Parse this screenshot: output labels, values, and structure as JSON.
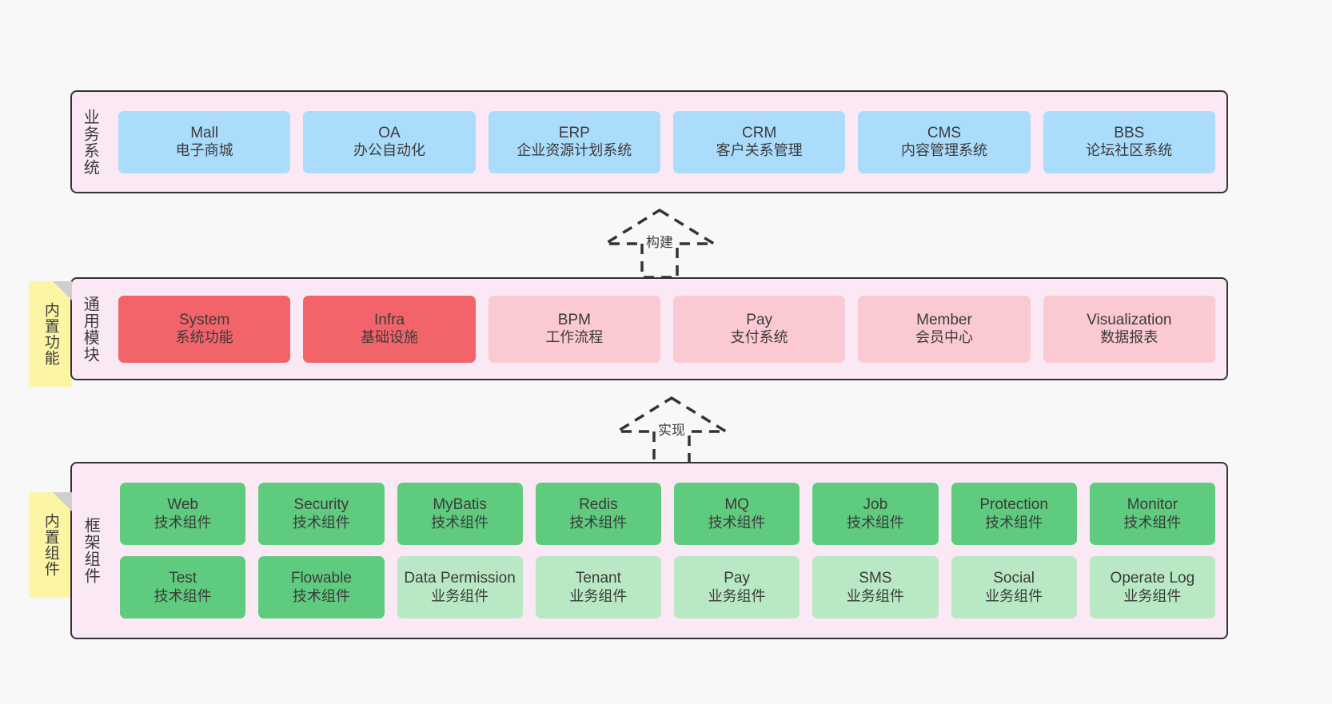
{
  "diagram": {
    "background_color": "#f8f8f8",
    "panel_color": "#fae9f4",
    "border_color": "#333333"
  },
  "business_layer": {
    "title": "业务系统",
    "card_color": "#abdcfb",
    "cards": [
      {
        "name": "Mall",
        "desc": "电子商城"
      },
      {
        "name": "OA",
        "desc": "办公自动化"
      },
      {
        "name": "ERP",
        "desc": "企业资源计划系统"
      },
      {
        "name": "CRM",
        "desc": "客户关系管理"
      },
      {
        "name": "CMS",
        "desc": "内容管理系统"
      },
      {
        "name": "BBS",
        "desc": "论坛社区系统"
      }
    ]
  },
  "relation_build": {
    "label": "构建"
  },
  "module_layer": {
    "title": "通用模块",
    "note": "内置功能",
    "note_color": "#fcf6a4",
    "color_primary": "#f3646a",
    "color_secondary": "#fbc9d2",
    "cards": [
      {
        "name": "System",
        "desc": "系统功能",
        "style": "red"
      },
      {
        "name": "Infra",
        "desc": "基础设施",
        "style": "red"
      },
      {
        "name": "BPM",
        "desc": "工作流程",
        "style": "pink"
      },
      {
        "name": "Pay",
        "desc": "支付系统",
        "style": "pink"
      },
      {
        "name": "Member",
        "desc": "会员中心",
        "style": "pink"
      },
      {
        "name": "Visualization",
        "desc": "数据报表",
        "style": "pink"
      }
    ]
  },
  "relation_impl": {
    "label": "实现"
  },
  "framework_layer": {
    "title": "框架组件",
    "note": "内置组件",
    "note_color": "#fcf6a4",
    "color_tech": "#5fcb7e",
    "color_biz": "#b9e8c4",
    "row1": [
      {
        "name": "Web",
        "desc": "技术组件",
        "style": "green"
      },
      {
        "name": "Security",
        "desc": "技术组件",
        "style": "green"
      },
      {
        "name": "MyBatis",
        "desc": "技术组件",
        "style": "green"
      },
      {
        "name": "Redis",
        "desc": "技术组件",
        "style": "green"
      },
      {
        "name": "MQ",
        "desc": "技术组件",
        "style": "green"
      },
      {
        "name": "Job",
        "desc": "技术组件",
        "style": "green"
      },
      {
        "name": "Protection",
        "desc": "技术组件",
        "style": "green"
      },
      {
        "name": "Monitor",
        "desc": "技术组件",
        "style": "green"
      }
    ],
    "row2": [
      {
        "name": "Test",
        "desc": "技术组件",
        "style": "green"
      },
      {
        "name": "Flowable",
        "desc": "技术组件",
        "style": "green"
      },
      {
        "name": "Data Permission",
        "desc": "业务组件",
        "style": "lgreen"
      },
      {
        "name": "Tenant",
        "desc": "业务组件",
        "style": "lgreen"
      },
      {
        "name": "Pay",
        "desc": "业务组件",
        "style": "lgreen"
      },
      {
        "name": "SMS",
        "desc": "业务组件",
        "style": "lgreen"
      },
      {
        "name": "Social",
        "desc": "业务组件",
        "style": "lgreen"
      },
      {
        "name": "Operate Log",
        "desc": "业务组件",
        "style": "lgreen"
      }
    ]
  }
}
